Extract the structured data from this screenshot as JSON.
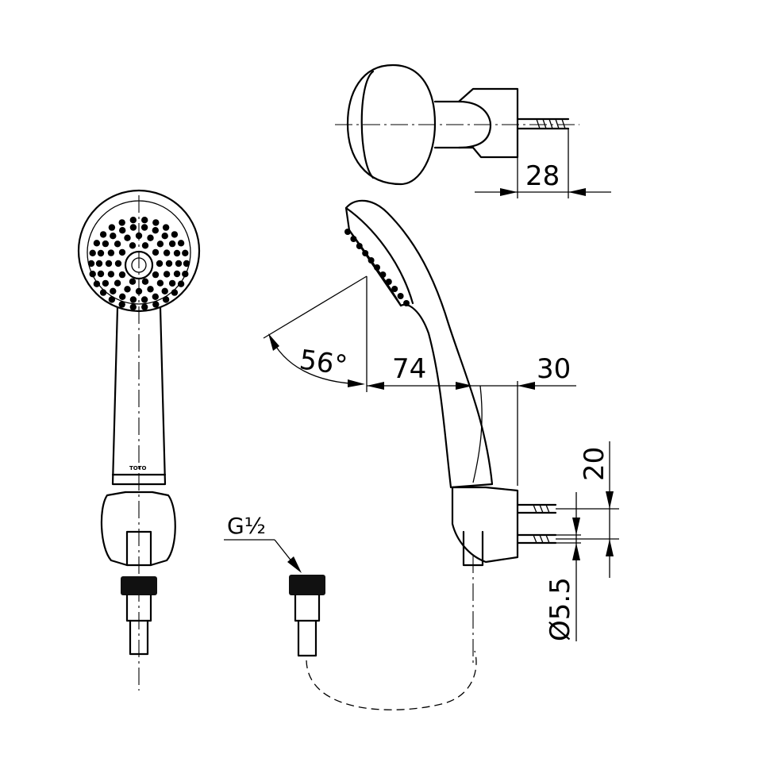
{
  "dimensions": {
    "holder_depth": "28",
    "spray_angle": "56°",
    "head_offset": "74",
    "holder_projection": "30",
    "screw_spacing": "20",
    "screw_diameter": "Ø5.5",
    "thread": "G½"
  },
  "brand_mark": "TOTO",
  "colors": {
    "line": "#000000",
    "background": "#ffffff"
  }
}
